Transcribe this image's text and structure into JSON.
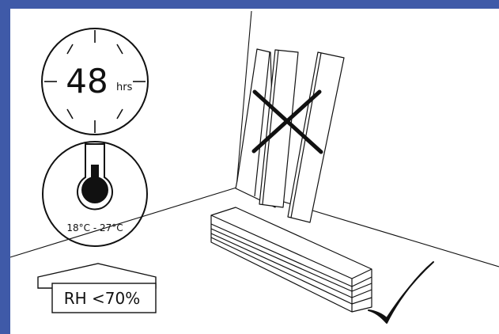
{
  "colors": {
    "frame": "#3f5aa8",
    "ink": "#111111",
    "background": "#ffffff"
  },
  "timer": {
    "value": "48",
    "unit": "hrs",
    "icon": "clock-icon"
  },
  "temperature": {
    "range": "18°C - 27°C",
    "icon": "thermometer-icon"
  },
  "humidity": {
    "label": "RH <70%",
    "icon": "house-icon"
  },
  "indicators": {
    "wrong": "cross-icon",
    "correct": "checkmark-icon"
  }
}
